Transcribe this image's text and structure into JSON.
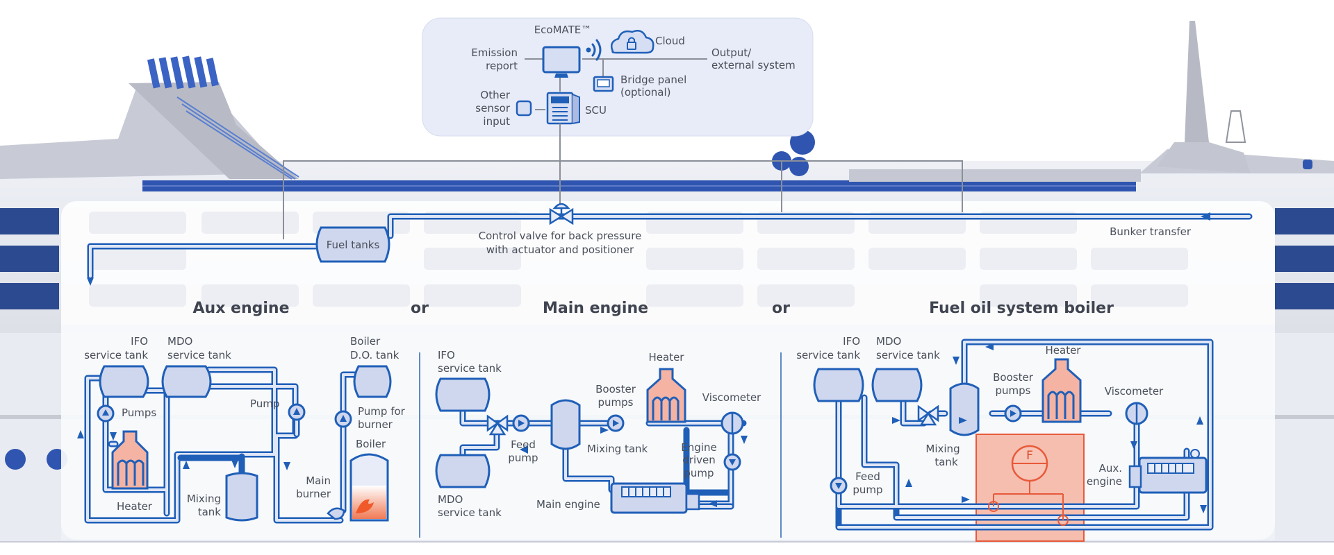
{
  "ecomate": {
    "title": "EcoMATE™",
    "cloud": "Cloud",
    "emission_report": [
      "Emission",
      "report"
    ],
    "output": [
      "Output/",
      "external system"
    ],
    "bridge_panel": [
      "Bridge panel",
      "(optional)"
    ],
    "other_sensor": [
      "Other",
      "sensor",
      "input"
    ],
    "scu": "SCU"
  },
  "top": {
    "fuel_tanks": "Fuel tanks",
    "control_valve": [
      "Control valve for back pressure",
      "with actuator and positioner"
    ],
    "bunker_transfer": "Bunker transfer"
  },
  "sections": {
    "aux": "Aux engine",
    "or1": "or",
    "main": "Main engine",
    "or2": "or",
    "boiler": "Fuel oil system boiler"
  },
  "aux": {
    "ifo": [
      "IFO",
      "service tank"
    ],
    "mdo": [
      "MDO",
      "service tank"
    ],
    "boiler_do": [
      "Boiler",
      "D.O. tank"
    ],
    "pumps": "Pumps",
    "pump": "Pump",
    "pump_burner": [
      "Pump for",
      "burner"
    ],
    "boiler": "Boiler",
    "heater": "Heater",
    "mixing": [
      "Mixing",
      "tank"
    ],
    "main_burner": [
      "Main",
      "burner"
    ]
  },
  "main": {
    "ifo": [
      "IFO",
      "service tank"
    ],
    "mdo": [
      "MDO",
      "service tank"
    ],
    "feed_pump": [
      "Feed",
      "pump"
    ],
    "booster": [
      "Booster",
      "pumps"
    ],
    "heater": "Heater",
    "viscometer": "Viscometer",
    "mixing": "Mixing tank",
    "engine_driven": [
      "Engine",
      "driven",
      "pump"
    ],
    "main_engine": "Main engine"
  },
  "boilerSys": {
    "ifo": [
      "IFO",
      "service tank"
    ],
    "mdo": [
      "MDO",
      "service tank"
    ],
    "heater": "Heater",
    "booster": [
      "Booster",
      "pumps"
    ],
    "viscometer": "Viscometer",
    "mixing": [
      "Mixing",
      "tank"
    ],
    "feed_pump": [
      "Feed",
      "pump"
    ],
    "aux_engine": [
      "Aux.",
      "engine"
    ],
    "flow_meter": "F"
  },
  "colors": {
    "pipe": "#1f5fb8",
    "tank_fill": "#cfd7ee",
    "hot": "#f4b3a3",
    "text": "#4a4f5a"
  }
}
